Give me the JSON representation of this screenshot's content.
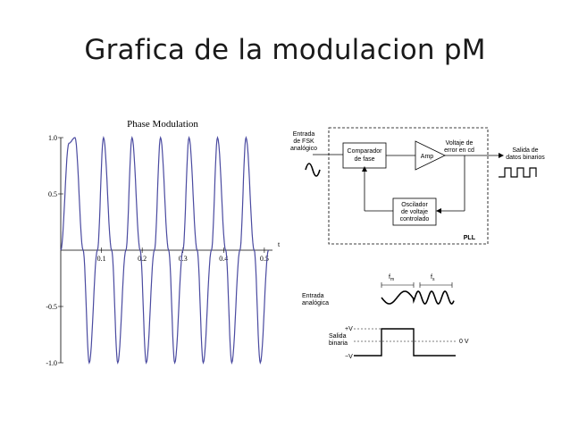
{
  "slide": {
    "title": "Grafica de la modulacion pM"
  },
  "chart_data": {
    "type": "line",
    "title": "Phase Modulation",
    "xlabel": "t",
    "ylabel": "",
    "xlim": [
      0,
      0.52
    ],
    "ylim": [
      -1.0,
      1.0
    ],
    "x_ticks": [
      "0.1",
      "0.2",
      "0.3",
      "0.4",
      "0.5"
    ],
    "x_tick_values": [
      0.1,
      0.2,
      0.3,
      0.4,
      0.5
    ],
    "y_ticks": [
      "1.0",
      "0.5",
      "-0.5",
      "-1.0"
    ],
    "y_tick_values": [
      1.0,
      0.5,
      -0.5,
      -1.0
    ],
    "series": [
      {
        "color": "#4a4aa0",
        "x": [
          0,
          0.02,
          0.035,
          0.055,
          0.07,
          0.09,
          0.105,
          0.125,
          0.14,
          0.16,
          0.175,
          0.195,
          0.21,
          0.23,
          0.245,
          0.265,
          0.28,
          0.3,
          0.315,
          0.335,
          0.35,
          0.37,
          0.385,
          0.405,
          0.42,
          0.44,
          0.455,
          0.475,
          0.49,
          0.51
        ],
        "y": [
          0,
          0.95,
          1.0,
          0,
          -1.0,
          0,
          1.0,
          0,
          -1.0,
          0,
          1.0,
          0,
          -1.0,
          0,
          1.0,
          0,
          -1.0,
          0,
          1.0,
          0,
          -1.0,
          0,
          1.0,
          0,
          -1.0,
          0,
          1.0,
          0,
          -1.0,
          0
        ]
      }
    ],
    "grid": false
  },
  "pll": {
    "input_label": [
      "Entrada",
      "de FSK",
      "analógico"
    ],
    "phase_comparator": [
      "Comparador",
      "de fase"
    ],
    "amp": "Amp",
    "error_voltage": [
      "Voltaje de",
      "error en cd"
    ],
    "output_label": [
      "Salida de",
      "datos binarios"
    ],
    "vco": [
      "Oscilador",
      "de voltaje",
      "controlado"
    ],
    "block_name": "PLL"
  },
  "fsk": {
    "input_label": [
      "Entrada",
      "analógica"
    ],
    "fm": "f",
    "fm_sub": "m",
    "fs": "f",
    "fs_sub": "s",
    "output_label": [
      "Salida",
      "binaria"
    ],
    "plus_v": "+V",
    "minus_v": "−V",
    "zero_v": "0 V"
  }
}
